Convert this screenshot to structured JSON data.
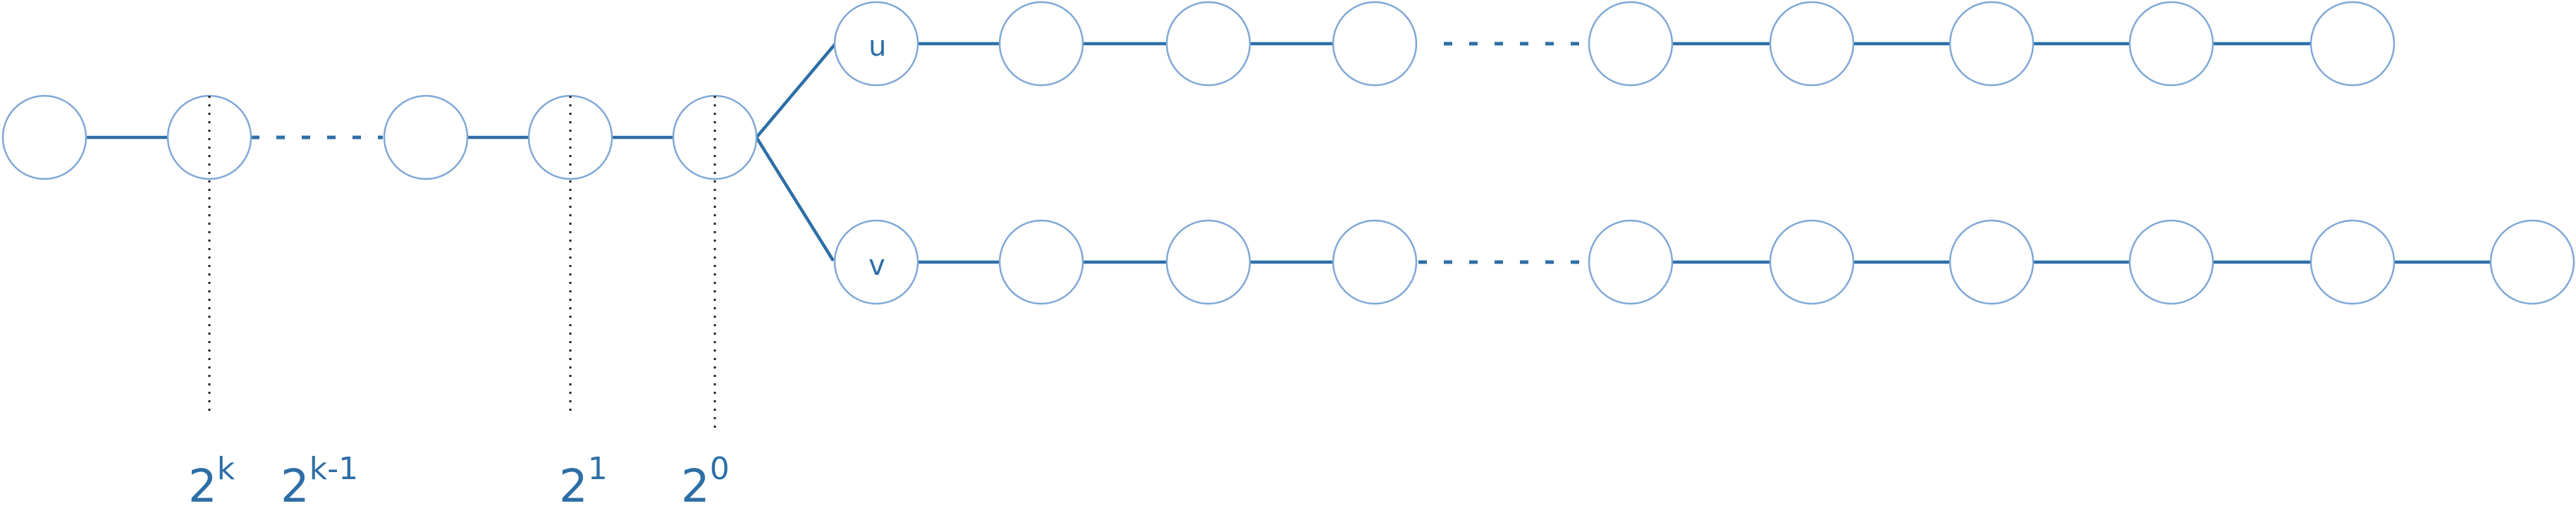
{
  "node_labels": {
    "u": "u",
    "v": "v"
  },
  "power_labels": [
    {
      "base": "2",
      "exp": "k"
    },
    {
      "base": "2",
      "exp": "k-1"
    },
    {
      "base": "2",
      "exp": "1"
    },
    {
      "base": "2",
      "exp": "0"
    }
  ],
  "colors": {
    "edge": "#2e6ea6",
    "node_outline": "#7fa8d6",
    "marker": "#222222",
    "text": "#2e6ea6"
  }
}
